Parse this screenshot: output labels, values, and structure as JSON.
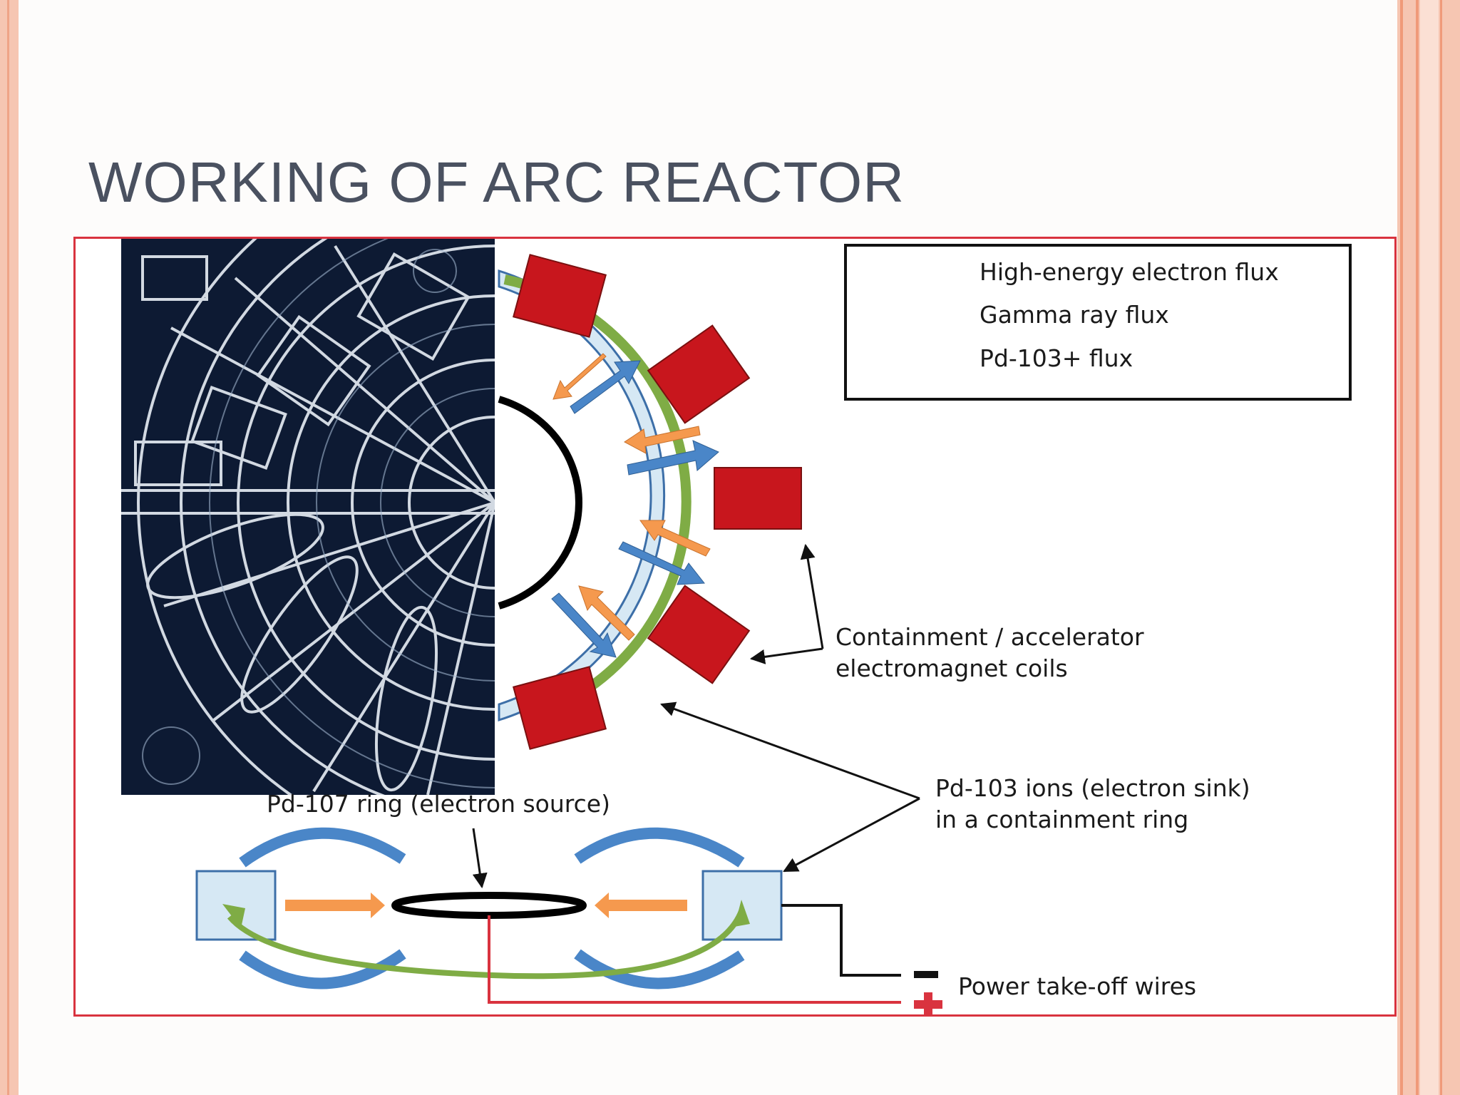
{
  "slide": {
    "title": "WORKING OF ARC REACTOR"
  },
  "legend": {
    "items": [
      {
        "label": "High-energy electron flux",
        "color": "#4a86c8"
      },
      {
        "label": "Gamma ray flux",
        "color": "#f5994e"
      },
      {
        "label": "Pd-103+ flux",
        "color": "#7fac45"
      }
    ]
  },
  "labels": {
    "coils_line1": "Containment / accelerator",
    "coils_line2": "electromagnet coils",
    "pd107": "Pd-107 ring (electron source)",
    "pd103_line1": "Pd-103 ions (electron sink)",
    "pd103_line2": "in a containment ring",
    "power": "Power take-off wires",
    "minus": "−",
    "plus": "+"
  },
  "colors": {
    "frame": "#d9333f",
    "coil": "#c8161d",
    "ring_fill": "#d6e8f4",
    "ring_stroke": "#3d6fa8",
    "blueprint_bg": "#0d1a33",
    "blueprint_line": "#e8eef6"
  }
}
